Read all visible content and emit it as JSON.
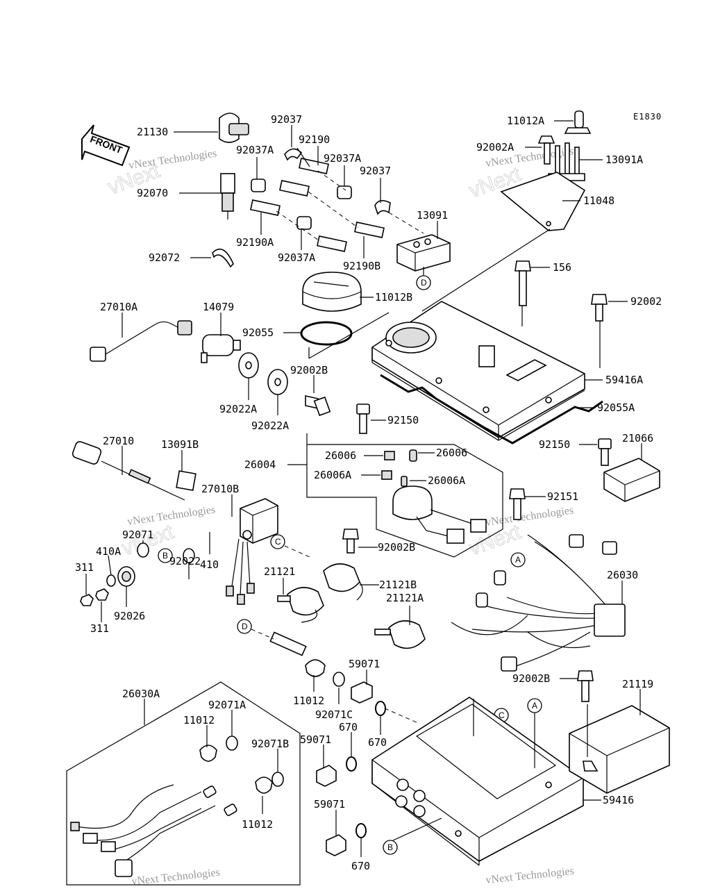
{
  "diagram_code": "E1830",
  "front_label": "FRONT",
  "watermarks": [
    {
      "text": "vNext Technologies"
    },
    {
      "text": "vNext Technologies"
    },
    {
      "text": "vNext Technologies"
    },
    {
      "text": "vNext Technologies"
    },
    {
      "text": "vNext Technologies"
    },
    {
      "text": "vNext Technologies"
    }
  ],
  "labels": {
    "l21130": "21130",
    "l92070": "92070",
    "l92072": "92072",
    "l92037": "92037",
    "l92037A_1": "92037A",
    "l92190": "92190",
    "l92037A_2": "92037A",
    "l92037_2": "92037",
    "l92190A": "92190A",
    "l92037A_3": "92037A",
    "l92190B": "92190B",
    "l13091": "13091",
    "l11012A": "11012A",
    "l92002A": "92002A",
    "l13091A": "13091A",
    "l11048": "11048",
    "l27010A": "27010A",
    "l14079": "14079",
    "l11012B": "11012B",
    "l92055": "92055",
    "l156": "156",
    "l92002": "92002",
    "l92002B_1": "92002B",
    "l92022A_1": "92022A",
    "l92022A_2": "92022A",
    "l59416A": "59416A",
    "l92055A": "92055A",
    "l27010": "27010",
    "l13091B": "13091B",
    "l26004": "26004",
    "l92150_1": "92150",
    "l26006_1": "26006",
    "l26006_2": "26006",
    "l26006A_1": "26006A",
    "l26006A_2": "26006A",
    "l92150_2": "92150",
    "l21066": "21066",
    "l27010B": "27010B",
    "l92151": "92151",
    "l92071": "92071",
    "l410A": "410A",
    "l311_1": "311",
    "l311_2": "311",
    "l92022": "92022",
    "l410": "410",
    "l92026": "92026",
    "l92002B_2": "92002B",
    "l21121": "21121",
    "l21121B": "21121B",
    "l21121A": "21121A",
    "l26030": "26030",
    "l59071_1": "59071",
    "l11012_1": "11012",
    "l92071C": "92071C",
    "l92002B_3": "92002B",
    "l21119": "21119",
    "l26030A": "26030A",
    "l92071A": "92071A",
    "l11012_2": "11012",
    "l92071B": "92071B",
    "l11012_3": "11012",
    "l670_1": "670",
    "l670_2": "670",
    "l59071_2": "59071",
    "l59071_3": "59071",
    "l670_3": "670",
    "l59416": "59416"
  },
  "callouts": {
    "a1": "A",
    "a2": "A",
    "b1": "B",
    "b2": "B",
    "c1": "C",
    "c2": "C",
    "d1": "D",
    "d2": "D"
  }
}
